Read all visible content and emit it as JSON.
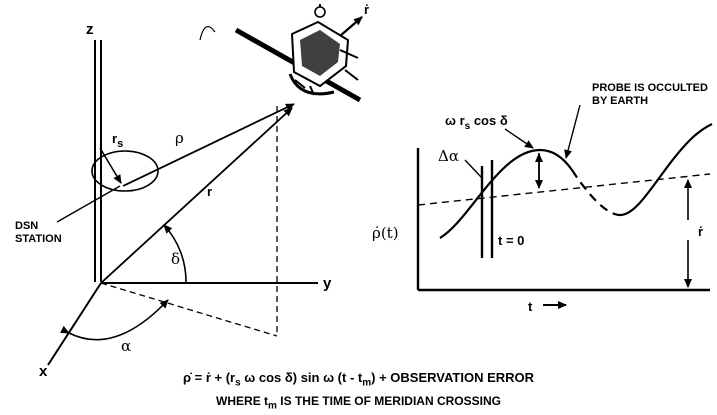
{
  "labels": {
    "z": "z",
    "y": "y",
    "x": "x",
    "rs": "r",
    "rs_sub": "s",
    "rho": "ρ",
    "r": "r",
    "delta": "δ",
    "alpha": "α",
    "rdot_top": "ṙ",
    "dsn_line1": "DSN",
    "dsn_line2": "STATION",
    "omega_label": "ω r",
    "omega_sub": "s",
    "omega_tail": " cos δ",
    "delta_alpha": "Δα",
    "t_zero": "t = 0",
    "rho_dot": "ρ̇(t)",
    "r_dot_right": "ṙ",
    "t_axis": "t",
    "occult_line1": "PROBE IS OCCULTED",
    "occult_line2": "BY EARTH"
  },
  "equation": {
    "lhs": "ρ̇ = ṙ + (r",
    "sub_s": "s",
    "mid": " ω cos δ)  sin ω (t - t",
    "sub_m": "m",
    "rhs": ") + OBSERVATION ERROR"
  },
  "caption": {
    "pre": "WHERE t",
    "sub_m": "m",
    "post": " IS THE TIME OF MERIDIAN CROSSING"
  }
}
